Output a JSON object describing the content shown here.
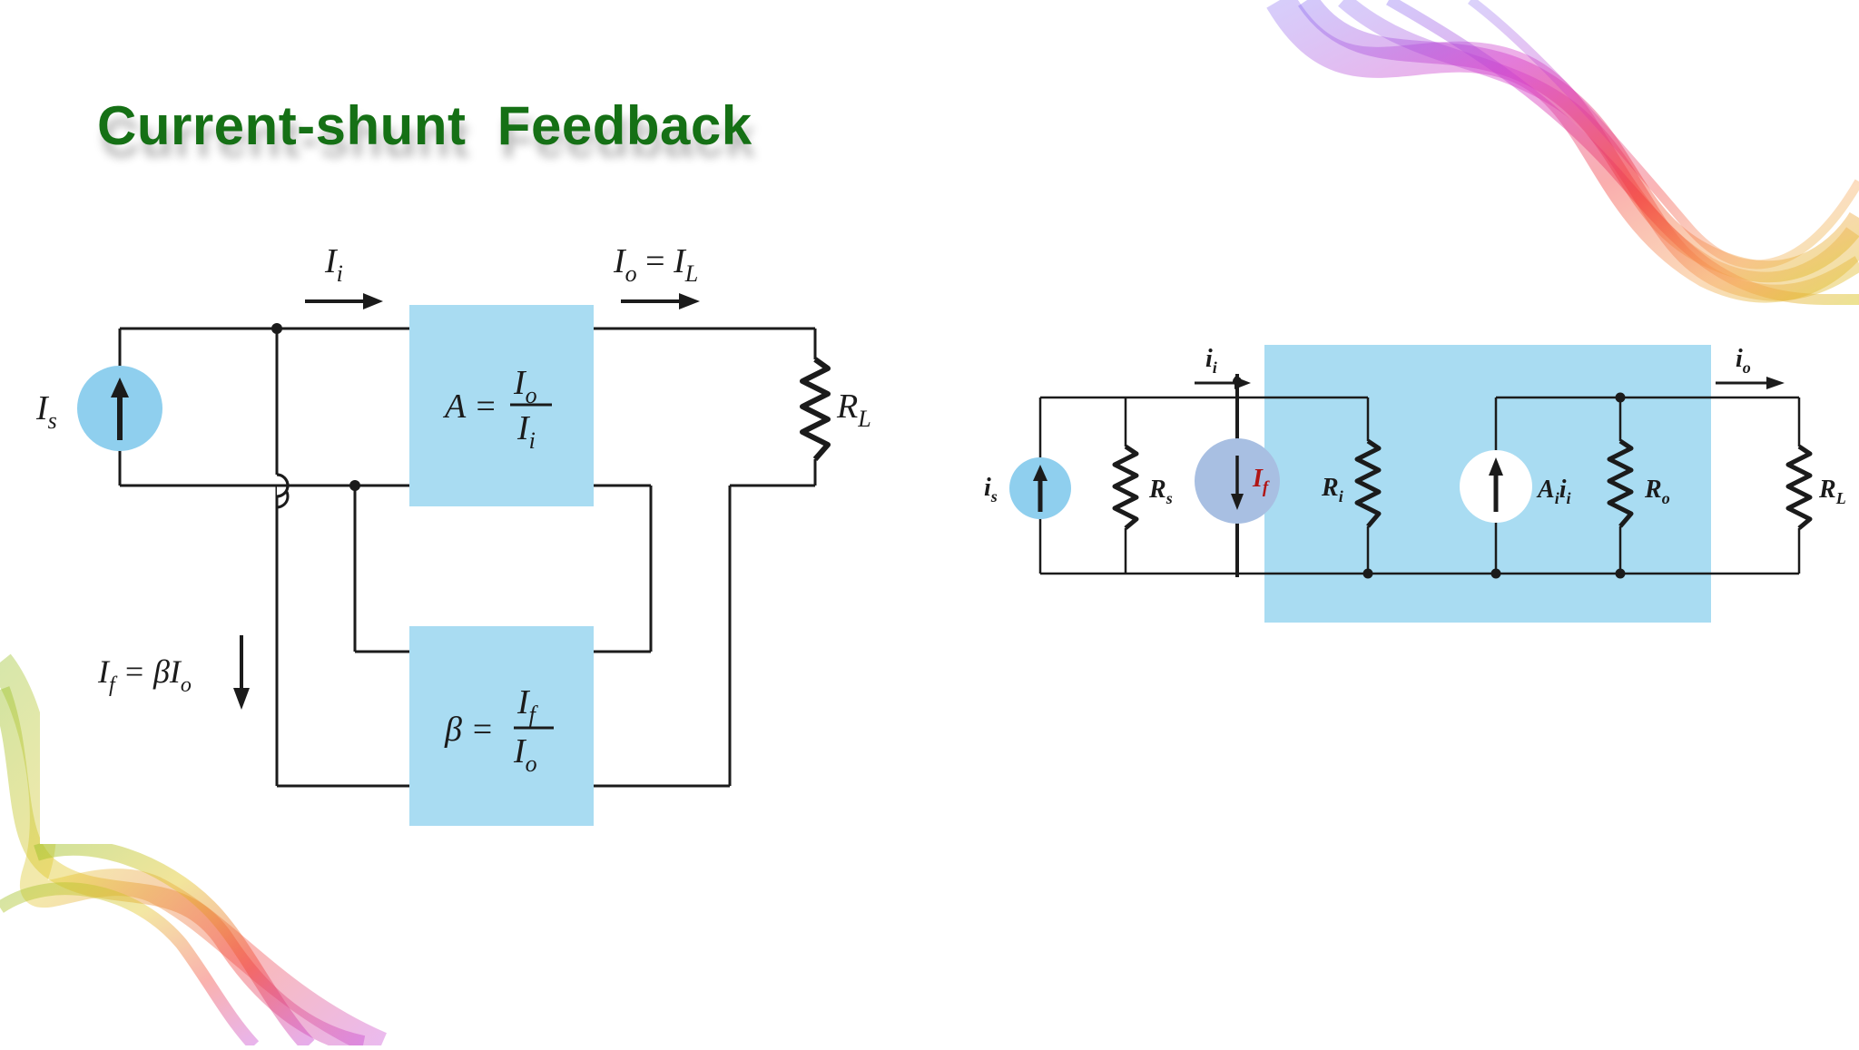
{
  "slide": {
    "title": "Current-shunt  Feedback"
  },
  "colors": {
    "title_green": "#157015",
    "block_blue": "#a9dcf2",
    "source_blue": "#8fcfee",
    "feedback_source": "#a8bfe2",
    "if_label_red": "#b01515",
    "wire": "#1b1b1b"
  },
  "left_diagram": {
    "labels": {
      "Ii": {
        "main": "I",
        "sub": "i"
      },
      "Io_eq_IL": {
        "main": "I",
        "sub": "o",
        "eq": " = ",
        "main2": "I",
        "sub2": "L"
      },
      "Is": {
        "main": "I",
        "sub": "s"
      },
      "RL": {
        "main": "R",
        "sub": "L"
      },
      "If_eq": {
        "main": "I",
        "sub": "f",
        "eq": " = βI",
        "sub2": "o"
      },
      "A_block": {
        "lhs": "A =",
        "num": "I",
        "num_sub": "o",
        "den": "I",
        "den_sub": "i"
      },
      "beta_block": {
        "lhs": "β =",
        "num": "I",
        "num_sub": "f",
        "den": "I",
        "den_sub": "o"
      }
    }
  },
  "right_diagram": {
    "labels": {
      "ii": {
        "main": "i",
        "sub": "i"
      },
      "io": {
        "main": "i",
        "sub": "o"
      },
      "is": {
        "main": "i",
        "sub": "s"
      },
      "Rs": {
        "main": "R",
        "sub": "s"
      },
      "If": {
        "main": "I",
        "sub": "f"
      },
      "Ri": {
        "main": "R",
        "sub": "i"
      },
      "Aiii": {
        "main": "A",
        "sub": "i",
        "main2": "i",
        "sub2": "i"
      },
      "Ro": {
        "main": "R",
        "sub": "o"
      },
      "RL": {
        "main": "R",
        "sub": "L"
      }
    }
  }
}
